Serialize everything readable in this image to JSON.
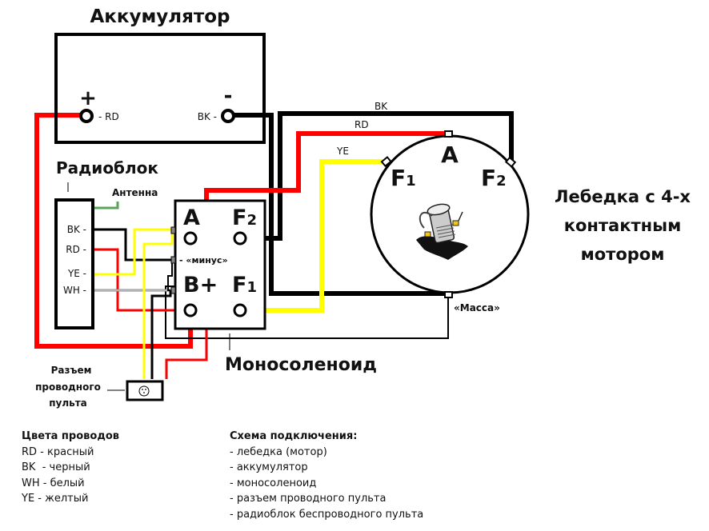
{
  "labels": {
    "battery": "Аккумулятор",
    "battery_plus": "+",
    "battery_minus": "-",
    "battery_plus_wire": "- RD",
    "battery_minus_wire": "BK -",
    "radio_unit": "Радиоблок",
    "antenna": "Антенна",
    "radio_pins": [
      "BK -",
      "RD -",
      "YE -",
      "WH -"
    ],
    "solenoid": "Моносоленоид",
    "solenoid_terminals": {
      "A": "A",
      "F2": "F",
      "F2_sub": "2",
      "Bplus": "B+",
      "F1": "F",
      "F1_sub": "1"
    },
    "solenoid_minus": "- «минус»",
    "motor_terminals": {
      "A": "A",
      "F1": "F",
      "F1_sub": "1",
      "F2": "F",
      "F2_sub": "2"
    },
    "motor_ground": "«Масса»",
    "wire_bk": "BK",
    "wire_rd": "RD",
    "wire_ye": "YE",
    "winch_title": [
      "Лебедка с 4-х",
      "контактным",
      "мотором"
    ],
    "connector": [
      "Разъем",
      "проводного",
      "пульта"
    ]
  },
  "wire_colors_legend": {
    "title": "Цвета проводов",
    "items": [
      "RD - красный",
      "BK  - черный",
      "WH - белый",
      "YE - желтый"
    ]
  },
  "connection_scheme": {
    "title": "Схема подключения:",
    "items": [
      "- лебедка (мотор)",
      "- аккумулятор",
      "- моносоленоид",
      "- разъем проводного пульта",
      "- радиоблок беспроводного пульта"
    ]
  },
  "colors": {
    "red": "#ff0000",
    "black": "#000000",
    "yellow": "#ffff00",
    "green": "#5aa35a",
    "white_wire": "#bbbbbb"
  }
}
